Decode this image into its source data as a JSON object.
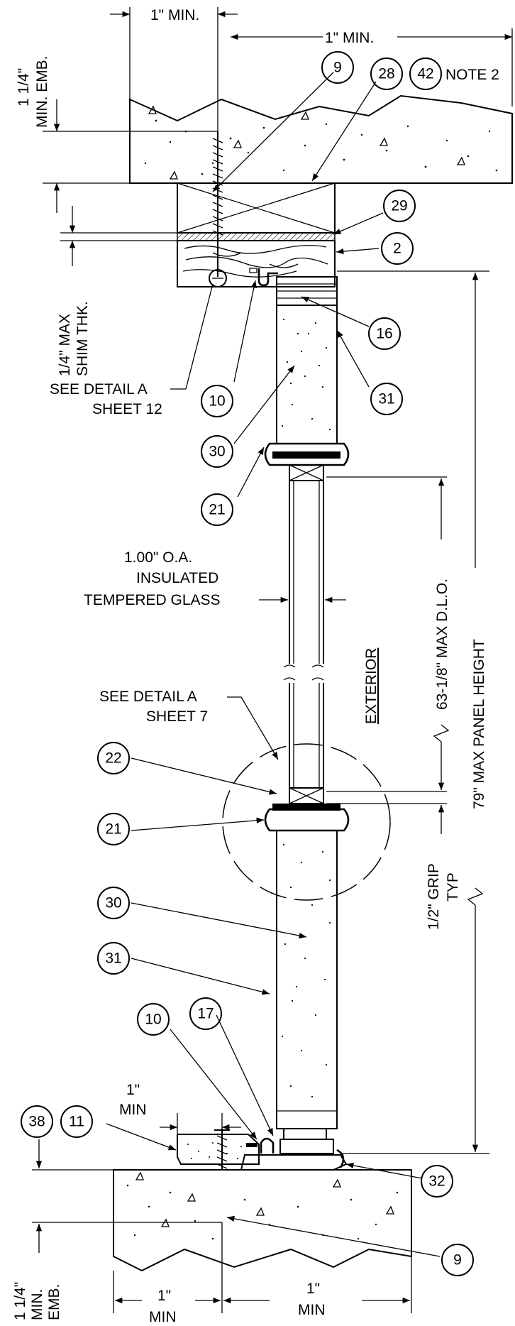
{
  "callouts": {
    "c9_top": "9",
    "c28": "28",
    "c42": "42",
    "c29": "29",
    "c2": "2",
    "c16": "16",
    "c31_top": "31",
    "c10_top": "10",
    "c30_top": "30",
    "c21_top": "21",
    "c22": "22",
    "c21_bot": "21",
    "c30_bot": "30",
    "c31_bot": "31",
    "c10_bot": "10",
    "c17": "17",
    "c38": "38",
    "c11": "11",
    "c32": "32",
    "c9_bot": "9"
  },
  "labels": {
    "dim_1min_top_left": "1\" MIN.",
    "dim_1min_top_right": "1\" MIN.",
    "note2": "NOTE 2",
    "emb_top_l1": "1 1/4\"",
    "emb_top_l2": "MIN. EMB.",
    "shim_l1": "1/4\" MAX",
    "shim_l2": "SHIM THK.",
    "detail_a12_l1": "SEE DETAIL A",
    "detail_a12_l2": "SHEET 12",
    "glass_l1": "1.00\" O.A.",
    "glass_l2": "INSULATED",
    "glass_l3": "TEMPERED GLASS",
    "detail_a7_l1": "SEE DETAIL A",
    "detail_a7_l2": "SHEET 7",
    "exterior": "EXTERIOR",
    "dlo": "63-1/8\" MAX D.L.O.",
    "panel_height": "79\" MAX PANEL HEIGHT",
    "grip_l1": "1/2\" GRIP",
    "grip_l2": "TYP",
    "bot_1min_l1": "1\"",
    "bot_1min_l2": "MIN",
    "emb_bot_l1": "1 1/4\"",
    "emb_bot_l2": "MIN.",
    "emb_bot_l3": "EMB.",
    "bot_left_1min_l1": "1\"",
    "bot_left_1min_l2": "MIN",
    "bot_right_1min_l1": "1\"",
    "bot_right_1min_l2": "MIN"
  }
}
